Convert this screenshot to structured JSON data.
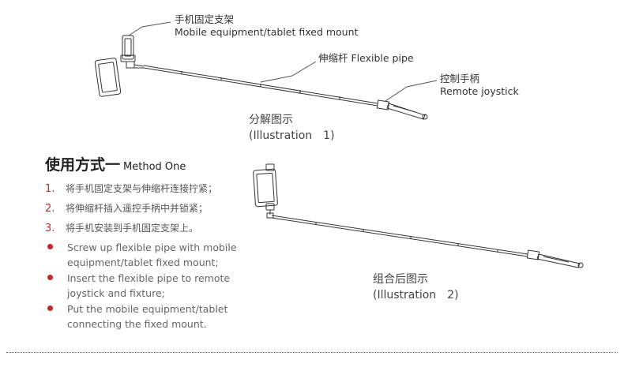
{
  "callouts": {
    "mount": {
      "cn": "手机固定支架",
      "en": "Mobile equipment/tablet fixed mount"
    },
    "pipe": {
      "label": "伸缩杆 Flexible pipe"
    },
    "joystick": {
      "cn": "控制手柄",
      "en": "Remote joystick"
    }
  },
  "illustration1": {
    "cn": "分解图示",
    "en": "(Illustration　1)"
  },
  "illustration2": {
    "cn": "组合后图示",
    "en": "(Illustration　2)"
  },
  "method": {
    "title": "使用方式一",
    "subtitle": "Method One"
  },
  "steps": [
    {
      "num": "1.",
      "text": "将手机固定支架与伸缩杆连接拧紧；"
    },
    {
      "num": "2.",
      "text": "将伸缩杆插入遥控手柄中并锁紧；"
    },
    {
      "num": "3.",
      "text": "将手机安装到手机固定支架上。"
    }
  ],
  "bullets": [
    {
      "line1": "Screw up flexible pipe with mobile",
      "line2": "equipment/tablet fixed mount;"
    },
    {
      "line1": "Insert the flexible pipe to remote",
      "line2": "joystick and fixture;"
    },
    {
      "line1": "Put the mobile equipment/tablet",
      "line2": "connecting the fixed mount."
    }
  ],
  "colors": {
    "accent": "#c0282d",
    "line": "#333333"
  }
}
